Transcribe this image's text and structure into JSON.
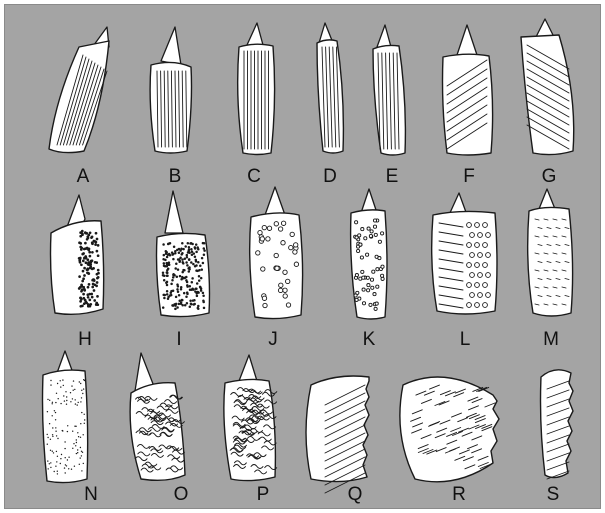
{
  "figure": {
    "background": "#a4a4a4",
    "outline": "#1a1a1a",
    "fill": "#ffffff"
  },
  "labels": {
    "A": "A",
    "B": "B",
    "C": "C",
    "D": "D",
    "E": "E",
    "F": "F",
    "G": "G",
    "H": "H",
    "I": "I",
    "J": "J",
    "K": "K",
    "L": "L",
    "M": "M",
    "N": "N",
    "O": "O",
    "P": "P",
    "Q": "Q",
    "R": "R",
    "S": "S"
  }
}
